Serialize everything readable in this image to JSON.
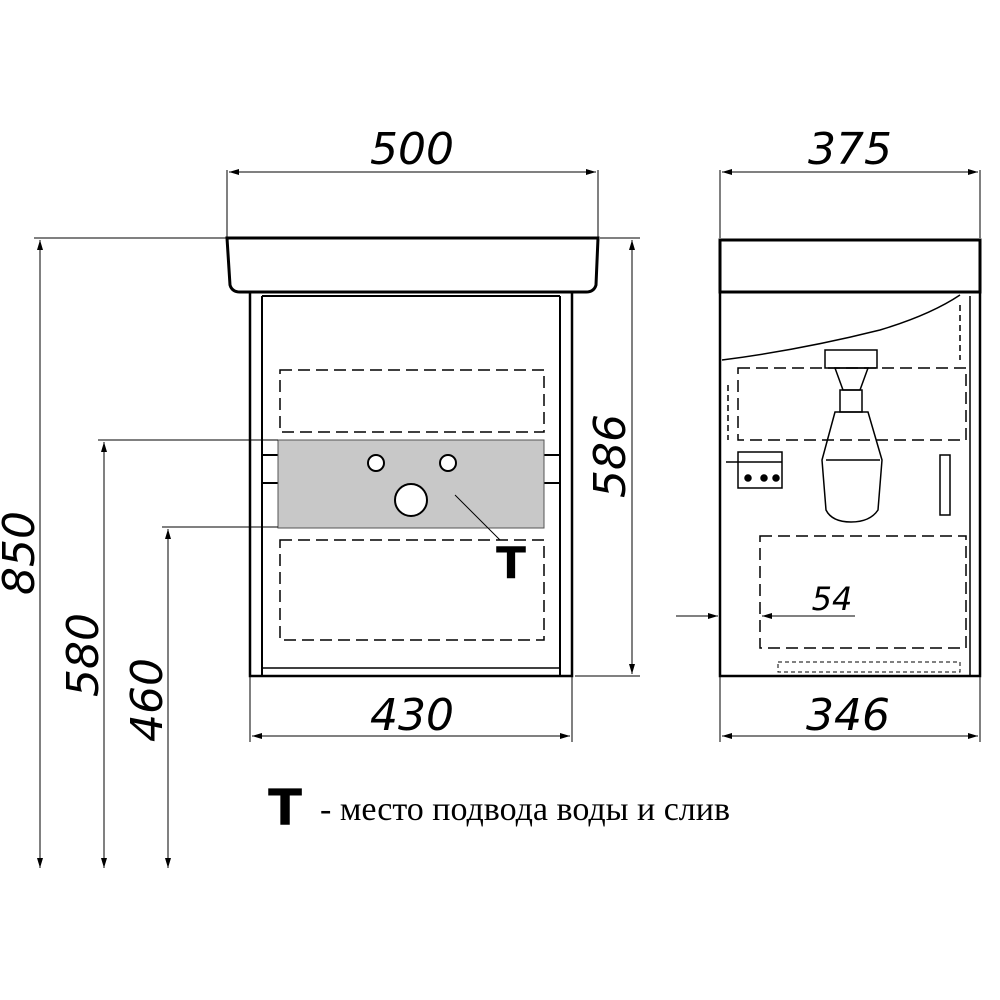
{
  "dimensions": {
    "width_top_front": "500",
    "width_top_side": "375",
    "height_cabinet": "586",
    "height_total": "850",
    "height_580": "580",
    "height_460": "460",
    "width_bottom_front": "430",
    "width_bottom_side": "346",
    "offset_side": "54"
  },
  "marker": "T",
  "legend": {
    "symbol": "T",
    "text": "- место подвода воды и слив"
  }
}
